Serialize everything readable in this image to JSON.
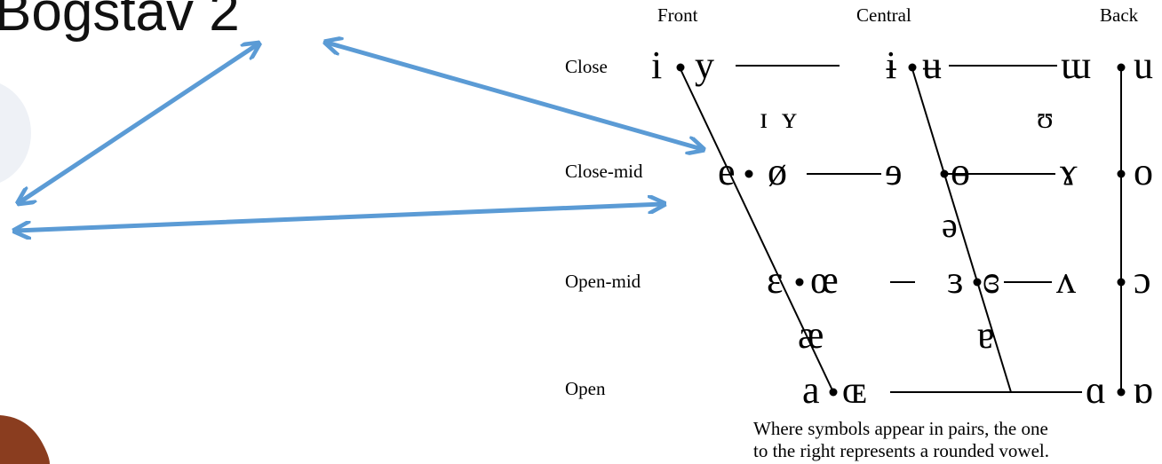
{
  "slide": {
    "title_partial": "Bogstav 2",
    "arrow_color": "#5b9bd5"
  },
  "chart": {
    "headers": {
      "front": "Front",
      "central": "Central",
      "back": "Back"
    },
    "rows": {
      "close": "Close",
      "close_mid": "Close-mid",
      "open_mid": "Open-mid",
      "open": "Open"
    },
    "symbols": {
      "close_front_unr": "i",
      "close_front_r": "y",
      "close_central_unr": "ɨ",
      "close_central_r": "ʉ",
      "close_back_unr": "ɯ",
      "close_back_r": "u",
      "nearclose_front_unr": "ɪ",
      "nearclose_front_r": "ʏ",
      "nearclose_back_r": "ʊ",
      "closemid_front_unr": "e",
      "closemid_front_r": "ø",
      "closemid_central_unr": "ɘ",
      "closemid_central_r": "ɵ",
      "closemid_back_unr": "ɤ",
      "closemid_back_r": "o",
      "mid_central": "ə",
      "openmid_front_unr": "ɛ",
      "openmid_front_r": "œ",
      "openmid_central_unr": "ɜ",
      "openmid_central_r": "ɞ",
      "openmid_back_unr": "ʌ",
      "openmid_back_r": "ɔ",
      "nearopen_front": "æ",
      "nearopen_central": "ɐ",
      "open_front_unr": "a",
      "open_front_r": "ɶ",
      "open_back_unr": "ɑ",
      "open_back_r": "ɒ"
    },
    "note_line1": "Where symbols appear in pairs, the one",
    "note_line2": "to the right represents a rounded vowel."
  }
}
